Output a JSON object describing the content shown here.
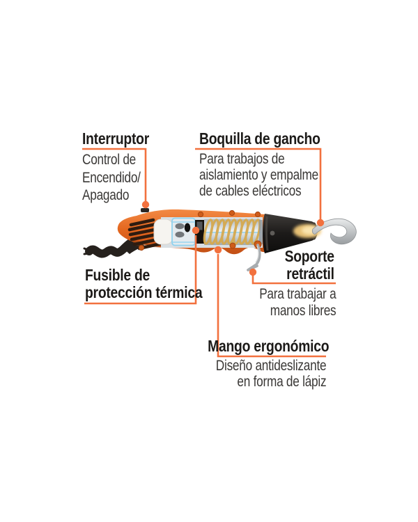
{
  "colors": {
    "accent_orange": "#F2713E",
    "tool_body_orange": "#E4671F",
    "tool_body_dark": "#C24F15",
    "nozzle_black": "#1C1A19",
    "coil_gold": "#D5A94F",
    "hook_silver": "#C9CCCE",
    "glow_amber": "#F5CE7E",
    "cable_black": "#26211D",
    "detail_blue": "#8FD2EE",
    "heading_text": "#1C1A18",
    "body_text": "#3A3836"
  },
  "callouts": {
    "interruptor": {
      "title": "Interruptor",
      "description": "Control de\nEncendido/\nApagado"
    },
    "boquilla": {
      "title": "Boquilla de gancho",
      "description": "Para trabajos de\naislamiento y empalme\nde cables eléctricos"
    },
    "fusible": {
      "title": "Fusible de\nprotección térmica"
    },
    "soporte": {
      "title": "Soporte\nretráctil",
      "description": "Para trabajar a\nmanos libres"
    },
    "mango": {
      "title": "Mango ergonómico",
      "description": "Diseño antideslizante\nen forma de lápiz"
    }
  },
  "illustration": {
    "subject": "pistola de calor con boquilla de gancho (vista de corte interno)"
  }
}
